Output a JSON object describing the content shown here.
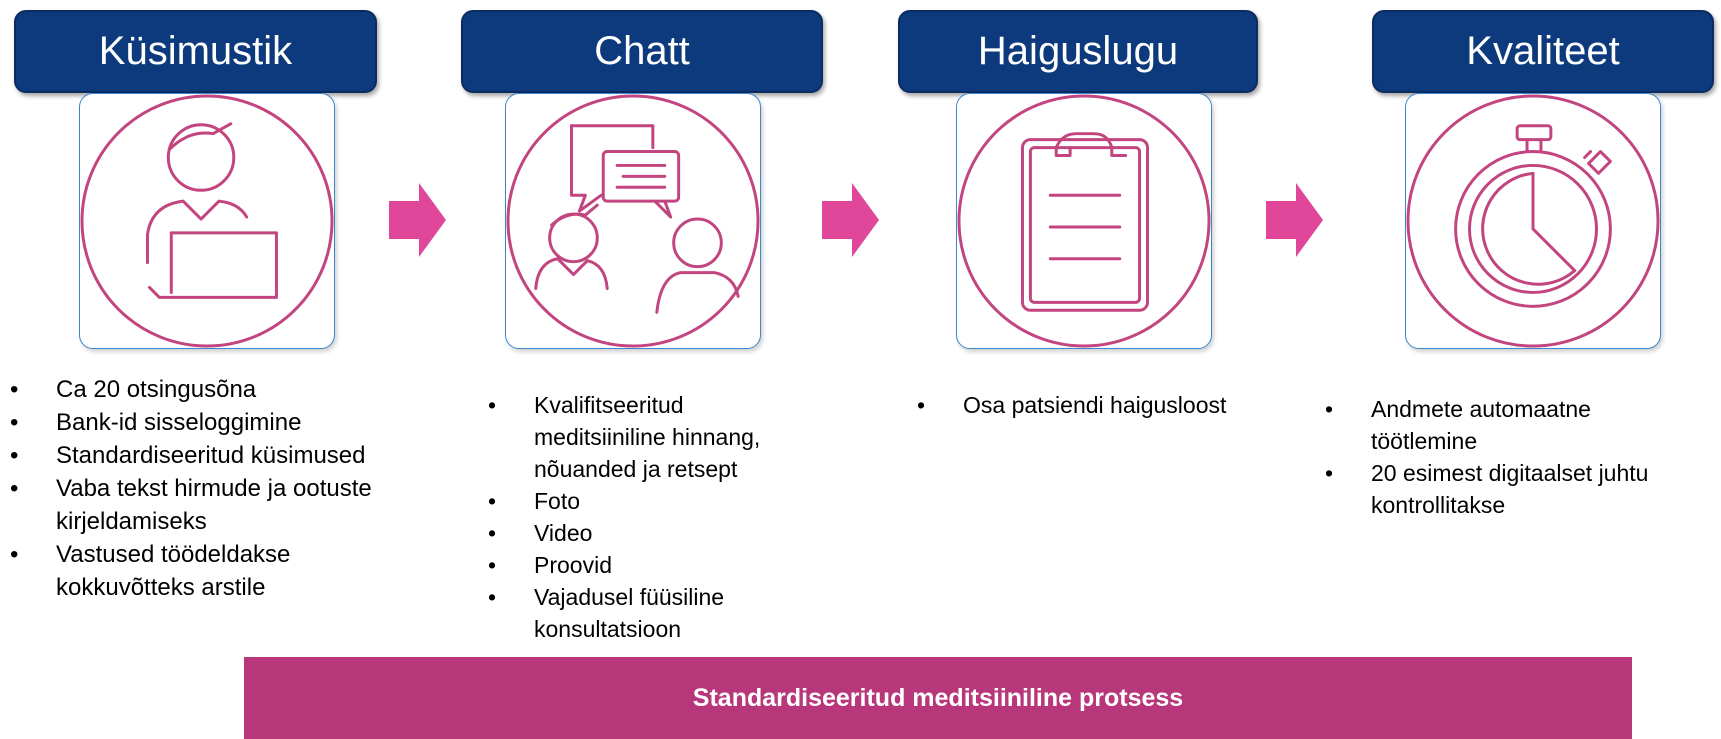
{
  "steps": [
    {
      "title": "Küsimustik",
      "icon": "person-laptop-icon",
      "bullets": [
        "Ca 20 otsingusõna",
        "Bank-id sisseloggimine",
        "Standardiseeritud küsimused",
        "Vaba tekst hirmude ja ootuste kirjeldamiseks",
        "Vastused töödeldakse kokkuvõtteks arstile"
      ]
    },
    {
      "title": "Chatt",
      "icon": "chat-people-icon",
      "bullets": [
        "Kvalifitseeritud meditsiiniline hinnang, nõuanded ja retsept",
        "Foto",
        "Video",
        "Proovid",
        "Vajadusel füüsiline konsultatsioon"
      ]
    },
    {
      "title": "Haiguslugu",
      "icon": "clipboard-icon",
      "bullets": [
        "Osa patsiendi haigusloost"
      ]
    },
    {
      "title": "Kvaliteet",
      "icon": "stopwatch-icon",
      "bullets": [
        "Andmete automaatne töötlemine",
        "20 esimest digitaalset juhtu kontrollitakse"
      ]
    }
  ],
  "footer": "Standardiseeritud meditsiiniline protsess",
  "colors": {
    "header_bg": "#0d3a7d",
    "accent_pink": "#b8377a",
    "icon_stroke": "#c2457f",
    "arrow": "#e0479a",
    "tile_border": "#3a86d0"
  }
}
